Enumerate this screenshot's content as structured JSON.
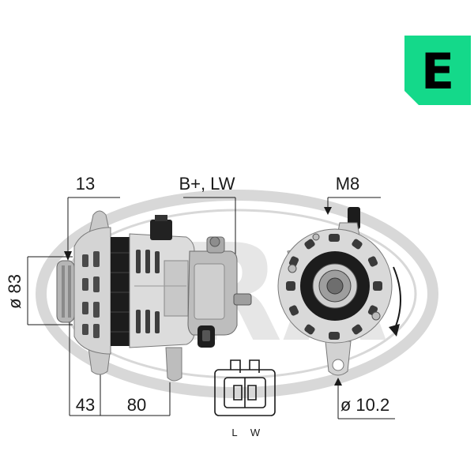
{
  "brand": {
    "logo_letter": "E",
    "accent_color": "#14d98a",
    "watermark": "ERA"
  },
  "dimensions": {
    "top_left": "13",
    "connector_label": "B+, LW",
    "bolt": "M8",
    "diameter_left": "ø 83",
    "bottom_left": "43",
    "bottom_mid": "80",
    "hole_diameter": "ø 10.2"
  },
  "plug": {
    "pin_left": "L",
    "pin_right": "W"
  },
  "colors": {
    "line": "#1a1a1a",
    "metal_light": "#d9d9d9",
    "metal_mid": "#a8a8a8",
    "metal_dark": "#555555",
    "black_part": "#1c1c1c",
    "watermark": "#d8d8d8"
  },
  "icons": {
    "rotation_arrow": "arrow-clockwise-icon",
    "plug": "connector-plug-icon"
  }
}
